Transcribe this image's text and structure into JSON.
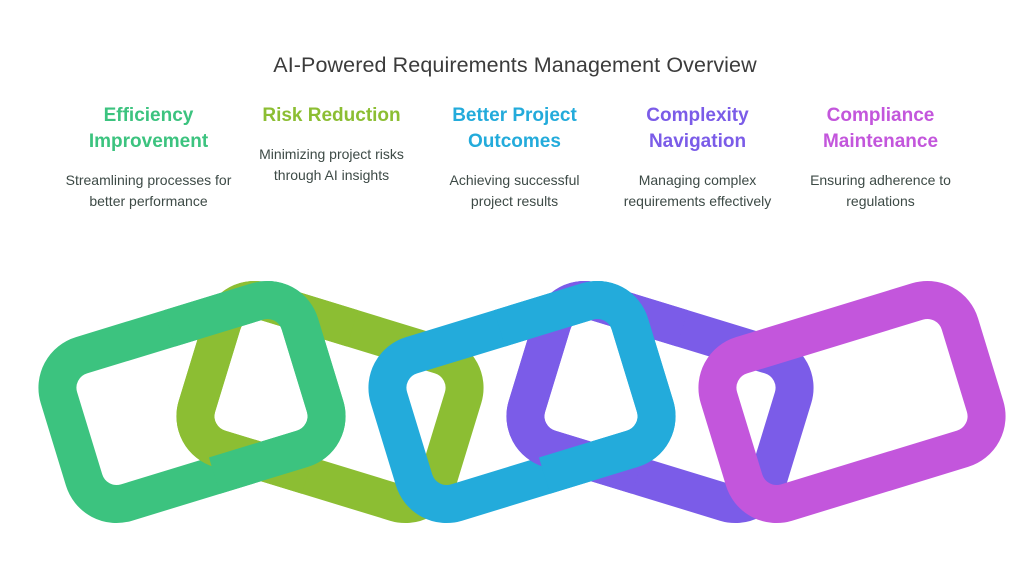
{
  "title": "AI-Powered Requirements Management Overview",
  "columns": [
    {
      "heading": "Efficiency Improvement",
      "description": "Streamlining processes for better performance",
      "color": "#3CC37F"
    },
    {
      "heading": "Risk Reduction",
      "description": "Minimizing project risks through AI insights",
      "color": "#8CBE33"
    },
    {
      "heading": "Better Project Outcomes",
      "description": "Achieving successful project results",
      "color": "#23ABDB"
    },
    {
      "heading": "Complexity Navigation",
      "description": "Managing complex requirements effectively",
      "color": "#7B5CE8"
    },
    {
      "heading": "Compliance Maintenance",
      "description": "Ensuring adherence to regulations",
      "color": "#C356DC"
    }
  ],
  "graphic": {
    "name": "interlocking-chain-links",
    "link_count": 5,
    "links": [
      {
        "label": "Efficiency Improvement",
        "color": "#3CC37F",
        "rotation": -17
      },
      {
        "label": "Risk Reduction",
        "color": "#8CBE33",
        "rotation": 17
      },
      {
        "label": "Better Project Outcomes",
        "color": "#23ABDB",
        "rotation": -17
      },
      {
        "label": "Complexity Navigation",
        "color": "#7B5CE8",
        "rotation": 17
      },
      {
        "label": "Compliance Maintenance",
        "color": "#C356DC",
        "rotation": -17
      }
    ]
  },
  "background_color": "#FFFFFF",
  "title_color": "#3B3B3B",
  "description_color": "#3D4A46"
}
